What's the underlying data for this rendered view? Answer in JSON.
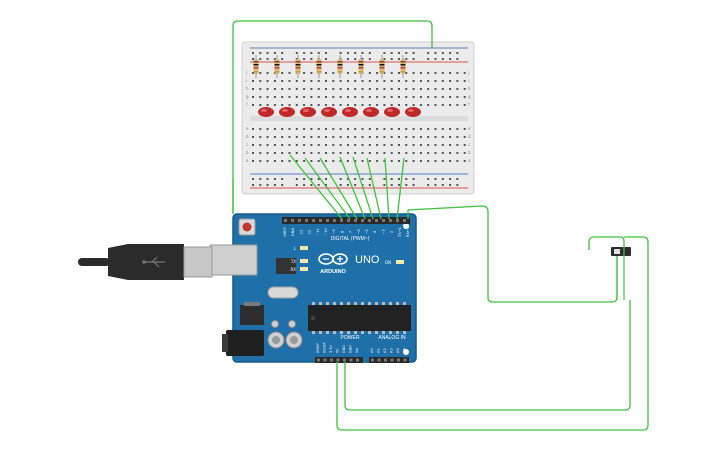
{
  "colors": {
    "background": "#ffffff",
    "wire": "#3ec43e",
    "board": "#1f6fa8",
    "board_edge": "#155a8c",
    "breadboard": "#ebebeb",
    "breadboard_edge": "#cfcfcf",
    "led": "#c0282a",
    "rail_red": "#d9534f",
    "rail_blue": "#5b7fbf",
    "usb": "#2b2b2b",
    "usb_metal": "#c8c8c8"
  },
  "board": {
    "brand": "ARDUINO",
    "model": "UNO",
    "digital_header": "DIGITAL (PWM~)",
    "power_header": "POWER",
    "analog_header": "ANALOG IN",
    "on_label": "ON",
    "tx_label": "TX",
    "rx_label": "RX",
    "l_label": "L",
    "aref_label": "AREF",
    "gnd_label": "GND",
    "digital_pins": [
      "13",
      "12",
      "~11",
      "~10",
      "~9",
      "8",
      "7",
      "~6",
      "~5",
      "4",
      "~3",
      "2",
      "TX→1",
      "RX←0"
    ],
    "power_pins": [
      "IOREF",
      "RESET",
      "3.3V",
      "5V",
      "GND",
      "GND",
      "Vin"
    ],
    "analog_pins": [
      "A0",
      "A1",
      "A2",
      "A3",
      "A4",
      "A5"
    ]
  },
  "breadboard": {
    "row_letters_top": [
      "j",
      "i",
      "h",
      "g",
      "f"
    ],
    "row_letters_bottom": [
      "e",
      "d",
      "c",
      "b",
      "a"
    ],
    "resistor_count": 8,
    "led_count": 8
  },
  "components": {
    "resistors": "resistor-icon",
    "leds": "led-icon",
    "usb": "usb-cable-icon",
    "switch": "slide-switch-icon"
  }
}
